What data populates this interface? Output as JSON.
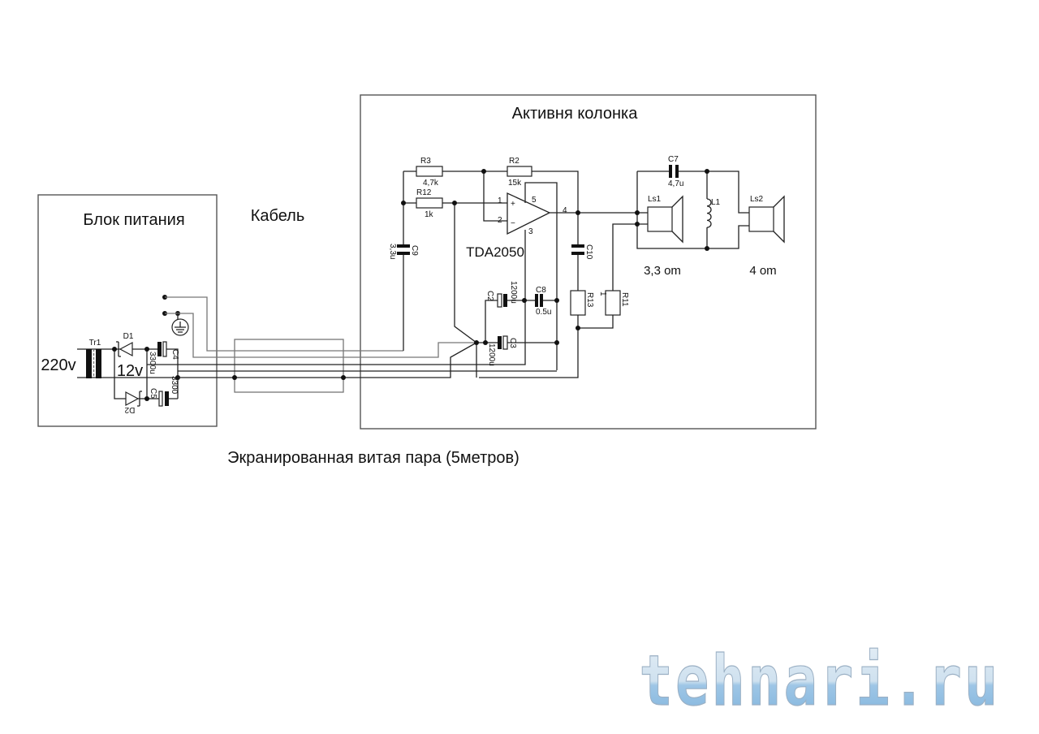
{
  "titles": {
    "power_block": "Блок питания",
    "cable": "Кабель",
    "active_speaker": "Активня колонка",
    "cable_caption": "Экранированная витая пара (5метров)"
  },
  "power": {
    "input_voltage": "220v",
    "output_voltage": "12v",
    "transformer": "Tr1",
    "d1": "D1",
    "d2": "D2",
    "c4": "C4",
    "c4_value": "3300u",
    "c5": "C5",
    "c5_value": "3300"
  },
  "amp": {
    "chip": "TDA2050",
    "r3": "R3",
    "r3_value": "4,7k",
    "r2": "R2",
    "r2_value": "15k",
    "r12": "R12",
    "r12_value": "1k",
    "c9": "C9",
    "c9_value": "3,3u",
    "c10": "C10",
    "r13": "R13",
    "r11": "R11",
    "r11_value": "1",
    "c2": "C2",
    "c2_value": "1200u",
    "c8": "C8",
    "c8_value": "0.5u",
    "c3": "C3",
    "c3_value": "1200u",
    "pins": {
      "p1": "1",
      "p2": "2",
      "p3": "3",
      "p4": "4",
      "p5": "5",
      "plus": "+",
      "minus": "−"
    }
  },
  "speakers": {
    "c7": "C7",
    "c7_value": "4,7u",
    "l1": "L1",
    "ls1": "Ls1",
    "ls1_impedance": "3,3 om",
    "ls2": "Ls2",
    "ls2_impedance": "4 om"
  },
  "watermark": {
    "text": "tehnari.ru",
    "color": "#a9cde8"
  }
}
